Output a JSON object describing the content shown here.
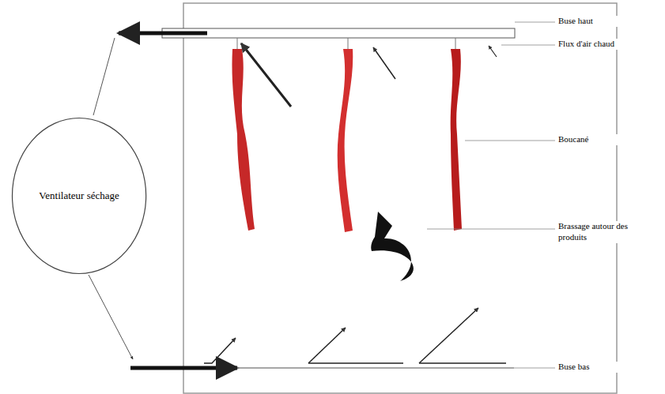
{
  "diagram": {
    "nodes": [
      {
        "text": [
          "Ventilateur séchage"
        ]
      }
    ],
    "labels": [
      "Buse haut",
      "Flux d'air chaud",
      "Boucané",
      "Brassage autour des produits",
      "Buse bas"
    ]
  }
}
